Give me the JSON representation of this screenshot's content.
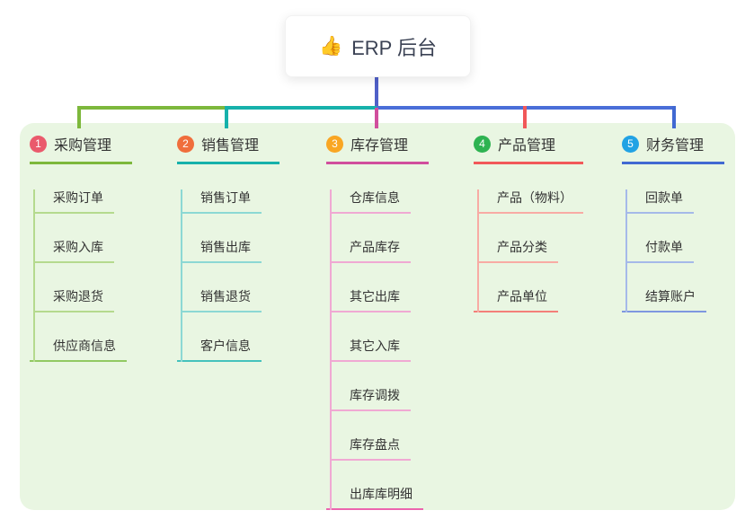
{
  "root": {
    "icon": "👍",
    "label": "ERP 后台"
  },
  "branches": [
    {
      "num": "1",
      "label": "采购管理",
      "children": [
        "采购订单",
        "采购入库",
        "采购退货",
        "供应商信息"
      ],
      "colors": {
        "main": "#7db83c",
        "light": "#b5da8e",
        "last": "#92c963",
        "badge": "#ea5a6c"
      }
    },
    {
      "num": "2",
      "label": "销售管理",
      "children": [
        "销售订单",
        "销售出库",
        "销售退货",
        "客户信息"
      ],
      "colors": {
        "main": "#16b1ab",
        "light": "#8cd8d4",
        "last": "#45c2bc",
        "badge": "#f06e3c"
      }
    },
    {
      "num": "3",
      "label": "库存管理",
      "children": [
        "仓库信息",
        "产品库存",
        "其它出库",
        "其它入库",
        "库存调拨",
        "库存盘点",
        "出库库明细"
      ],
      "colors": {
        "main": "#d14e9d",
        "light": "#f0a9d3",
        "last": "#ec65ae",
        "badge": "#f9a623"
      }
    },
    {
      "num": "4",
      "label": "产品管理",
      "children": [
        "产品（物料）",
        "产品分类",
        "产品单位"
      ],
      "colors": {
        "main": "#f15859",
        "light": "#f8aba4",
        "last": "#f47f79",
        "badge": "#2eb351"
      }
    },
    {
      "num": "5",
      "label": "财务管理",
      "children": [
        "回款单",
        "付款单",
        "结算账户"
      ],
      "colors": {
        "main": "#4169d2",
        "light": "#a5b9e9",
        "last": "#7e97df",
        "badge": "#21a2e4"
      }
    }
  ],
  "connectors": {
    "root_line": "#5060c8",
    "bus_left": "#7db83c",
    "bus_mid": "#16b1ab",
    "bus_right": "#4a6ed8"
  },
  "canvas": {
    "background": "#ffffff",
    "panel_background": "#e9f6e2"
  }
}
